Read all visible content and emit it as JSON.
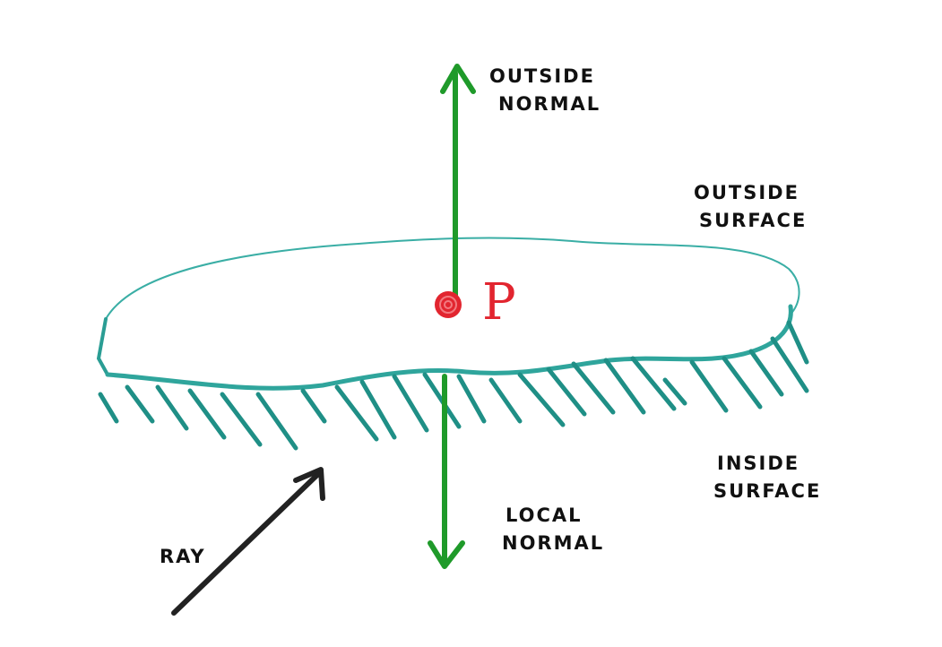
{
  "labels": {
    "outside_normal": [
      "OUTSIDE",
      "NORMAL"
    ],
    "outside_surface": [
      "OUTSIDE",
      "SURFACE"
    ],
    "inside_surface": [
      "INSIDE",
      "SURFACE"
    ],
    "local_normal": [
      "LOCAL",
      "NORMAL"
    ],
    "ray": "RAY",
    "point": "P"
  },
  "colors": {
    "normal_arrow": "#1f9a2a",
    "surface": "#3aaea5",
    "hatch": "#1f8f86",
    "point": "#e2252f",
    "ray": "#222222",
    "text": "#111111"
  }
}
